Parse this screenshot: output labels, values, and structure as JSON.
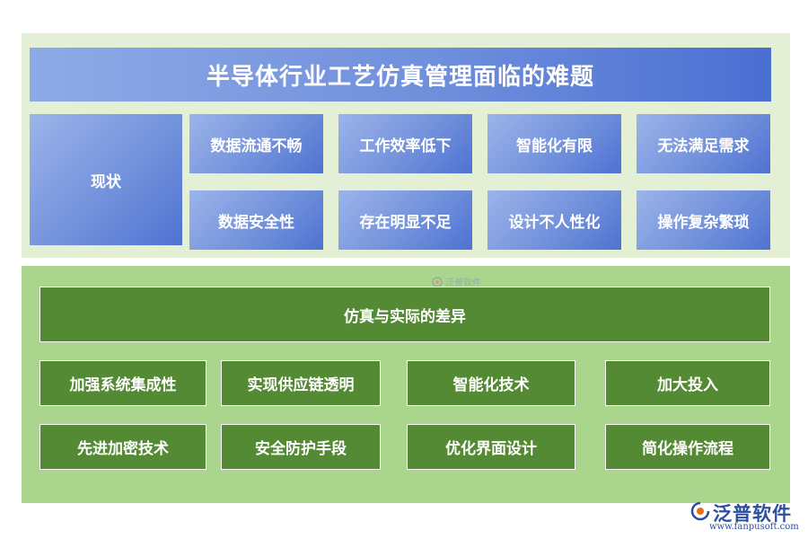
{
  "title": "半导体行业工艺仿真管理面临的难题",
  "status_label": "现状",
  "issues_row1": [
    "数据流通不畅",
    "工作效率低下",
    "智能化有限",
    "无法满足需求"
  ],
  "issues_row2": [
    "数据安全性",
    "存在明显不足",
    "设计不人性化",
    "操作复杂繁琐"
  ],
  "difference_label": "仿真与实际的差异",
  "solutions_row1": [
    "加强系统集成性",
    "实现供应链透明",
    "智能化技术",
    "加大投入"
  ],
  "solutions_row2": [
    "先进加密技术",
    "安全防护手段",
    "优化界面设计",
    "简化操作流程"
  ],
  "watermark": {
    "small_text": "泛普软件",
    "brand": "泛普软件",
    "url": "www.fanpusoft.com"
  },
  "colors": {
    "blue_accent": "#5b7fd6",
    "green_accent": "#548a33",
    "top_panel_bg": "#e3f0d6",
    "bottom_panel_bg": "#a9d58c"
  }
}
